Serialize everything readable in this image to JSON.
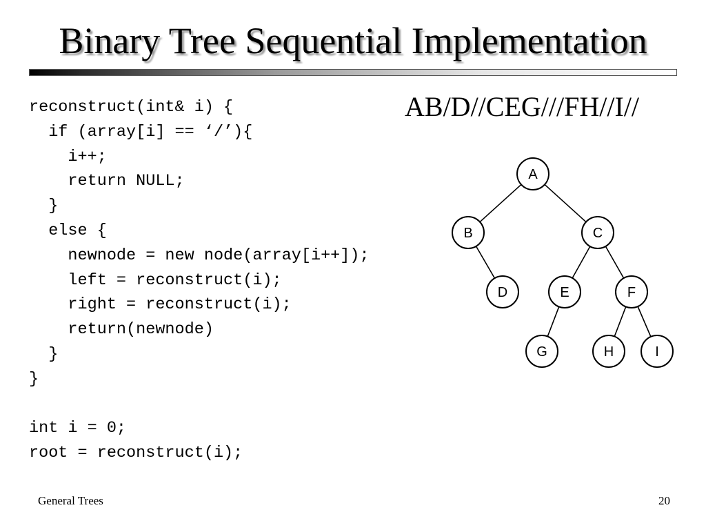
{
  "slide": {
    "title": "Binary Tree Sequential Implementation",
    "preorder_string": "AB/D//CEG///FH//I//",
    "code_lines": [
      "reconstruct(int& i) {",
      "  if (array[i] == ‘/’){",
      "    i++;",
      "    return NULL;",
      "  }",
      "  else {",
      "    newnode = new node(array[i++]);",
      "    left = reconstruct(i);",
      "    right = reconstruct(i);",
      "    return(newnode)",
      "  }",
      "}",
      "",
      "int i = 0;",
      "root = reconstruct(i);"
    ]
  },
  "tree": {
    "nodes": [
      "A",
      "B",
      "C",
      "D",
      "E",
      "F",
      "G",
      "H",
      "I"
    ],
    "edges": [
      [
        "A",
        "B"
      ],
      [
        "A",
        "C"
      ],
      [
        "B",
        "D"
      ],
      [
        "C",
        "E"
      ],
      [
        "C",
        "F"
      ],
      [
        "E",
        "G"
      ],
      [
        "F",
        "H"
      ],
      [
        "F",
        "I"
      ]
    ]
  },
  "footer": {
    "left": "General Trees",
    "page_number": "20"
  }
}
